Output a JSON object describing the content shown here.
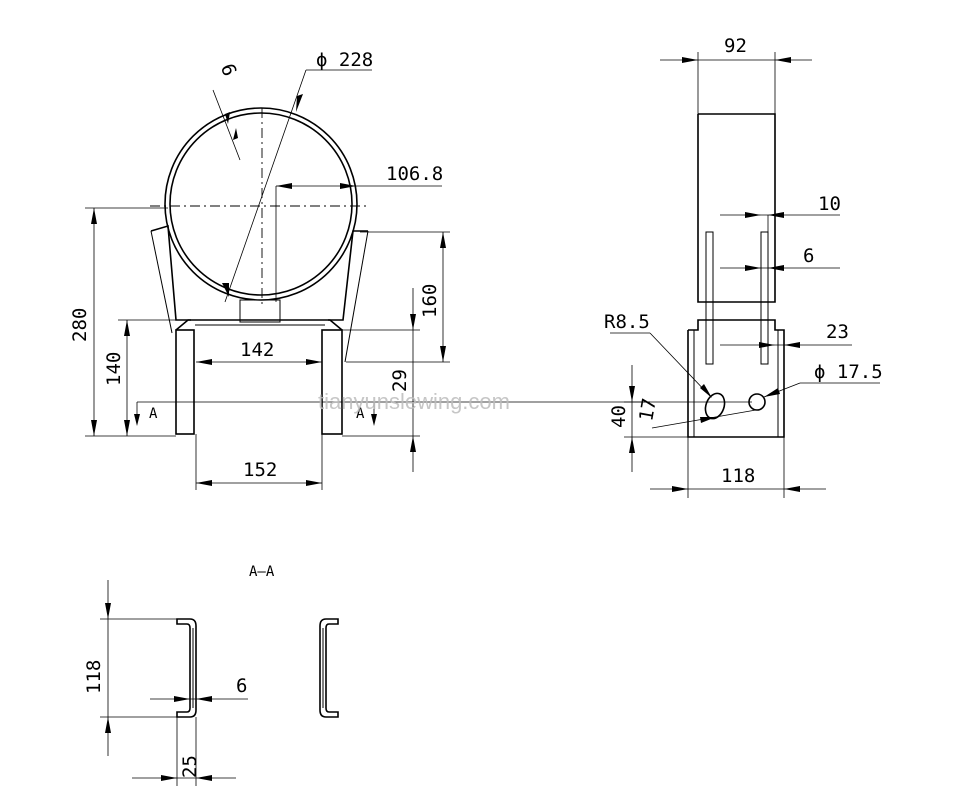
{
  "front_view": {
    "dim_diameter": "ϕ 228",
    "dim_thickness": "6",
    "dim_offset": "106.8",
    "dim_height_280": "280",
    "dim_height_160": "160",
    "dim_inner_width": "142",
    "dim_height_140": "140",
    "dim_height_29": "29",
    "dim_outer_width": "152",
    "section_mark_left": "A",
    "section_mark_right": "A"
  },
  "side_view": {
    "dim_width_92": "92",
    "dim_10": "10",
    "dim_6": "6",
    "dim_23": "23",
    "dim_r85": "R8.5",
    "dim_hole_diameter": "ϕ 17.5",
    "dim_40": "40",
    "dim_17": "17",
    "dim_118": "118"
  },
  "section_view": {
    "title": "A—A",
    "dim_118": "118",
    "dim_6": "6",
    "dim_25": "25"
  },
  "watermark": "tianyunslewing.com"
}
